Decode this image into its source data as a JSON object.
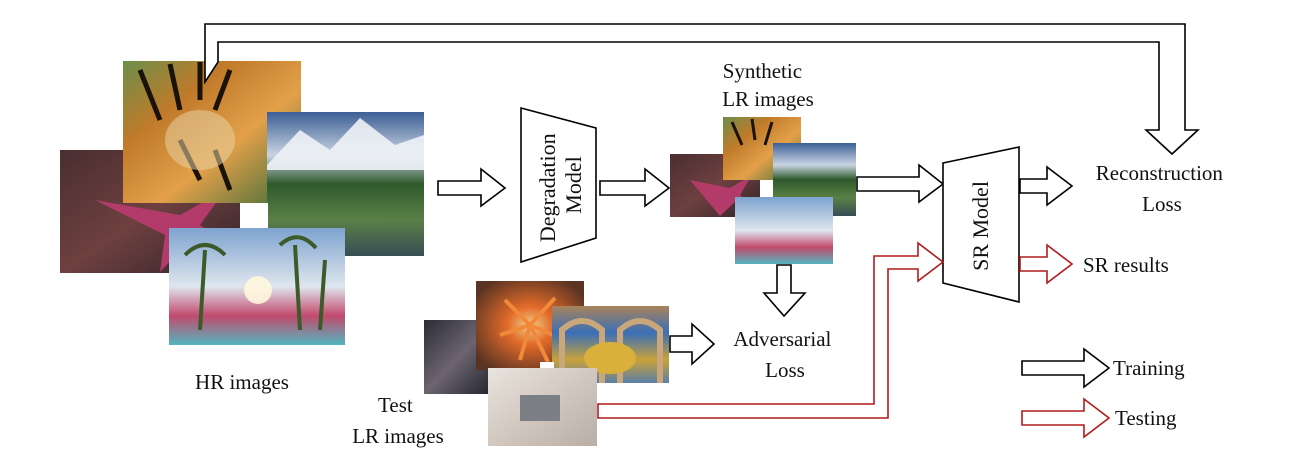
{
  "labels": {
    "hr_images": "HR images",
    "degradation_model": [
      "Degradation",
      "Model"
    ],
    "synthetic_lr": [
      "Synthetic",
      "LR images"
    ],
    "sr_model": "SR Model",
    "reconstruction_loss": [
      "Reconstruction",
      "Loss"
    ],
    "sr_results": "SR results",
    "adversarial_loss": [
      "Adversarial",
      "Loss"
    ],
    "test_lr": [
      "Test",
      "LR images"
    ]
  },
  "legend": {
    "training": "Training",
    "testing": "Testing"
  },
  "colors": {
    "training_arrow": "#000000",
    "testing_arrow": "#b01c1c"
  },
  "images": [
    "tiger-photo",
    "starfish-photo",
    "mountain-lake-photo",
    "palm-fountain-photo",
    "market-photo",
    "sea-anemone-photo",
    "mosque-dome-photo",
    "laptop-desk-photo"
  ]
}
